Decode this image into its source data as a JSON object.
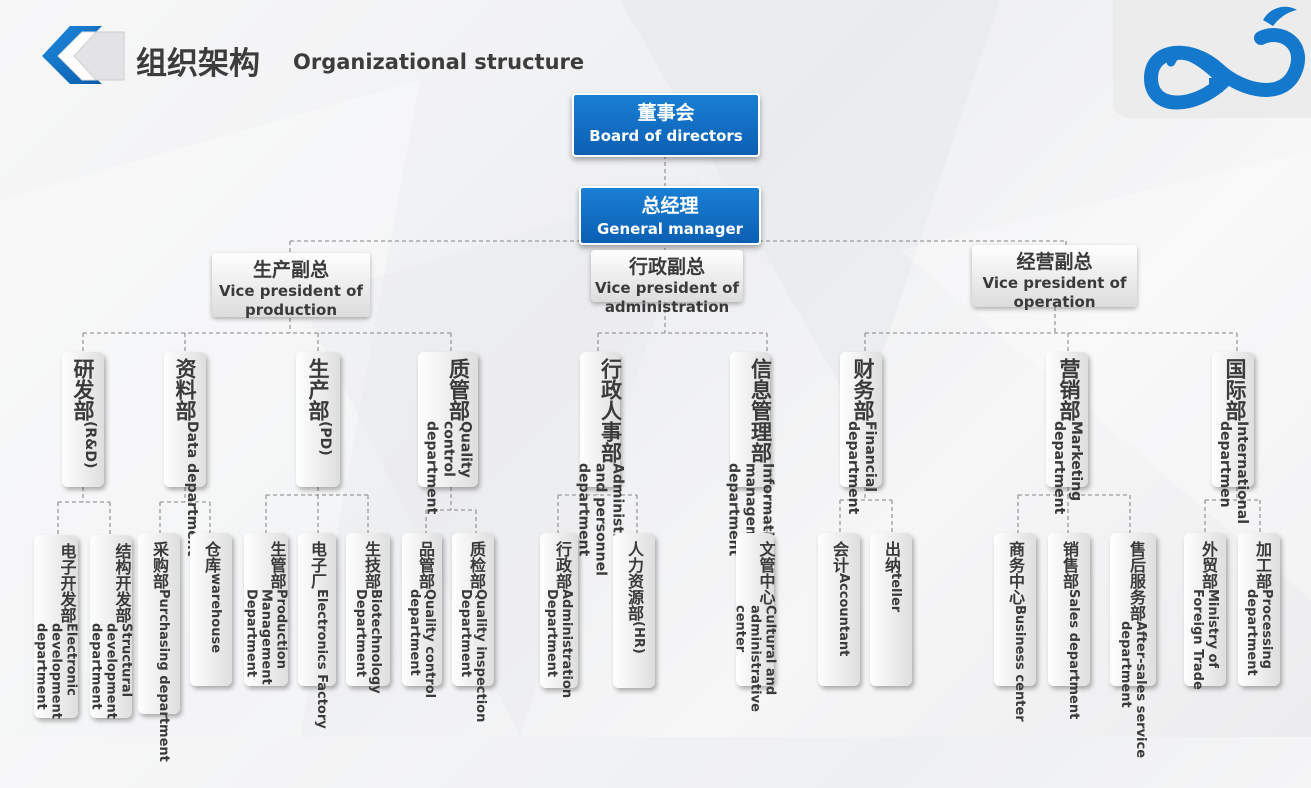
{
  "header": {
    "title_zh": "组织架构",
    "title_en": "Organizational structure"
  },
  "colors": {
    "accent_blue": "#0b66c3",
    "box_gray": "#dedede",
    "line_gray": "#9a9a9a"
  },
  "top": {
    "board": {
      "zh": "董事会",
      "en": "Board of directors"
    },
    "gm": {
      "zh": "总经理",
      "en": "General manager"
    }
  },
  "vps": [
    {
      "zh": "生产副总",
      "en": "Vice president of production"
    },
    {
      "zh": "行政副总",
      "en": "Vice president of administration"
    },
    {
      "zh": "经营副总",
      "en": "Vice president of operation"
    }
  ],
  "departments": [
    {
      "zh": "研发部",
      "en": "(R&D)"
    },
    {
      "zh": "资料部",
      "en": "Data department"
    },
    {
      "zh": "生产部",
      "en": "(PD)"
    },
    {
      "zh": "质管部",
      "en": "Quality control department"
    },
    {
      "zh": "行政人事部",
      "en": "Administration and personnel department"
    },
    {
      "zh": "信息管理部",
      "en": "Information management department"
    },
    {
      "zh": "财务部",
      "en": "Financial department"
    },
    {
      "zh": "营销部",
      "en": "Marketing department"
    },
    {
      "zh": "国际部",
      "en": "International departmen"
    }
  ],
  "units": [
    {
      "zh": "电子开发部",
      "en": "Electronic development department"
    },
    {
      "zh": "结构开发部",
      "en": "Structural development department"
    },
    {
      "zh": "采购部",
      "en": "Purchasing department"
    },
    {
      "zh": "仓库",
      "en": "warehouse"
    },
    {
      "zh": "生管部",
      "en": "Production Management Department"
    },
    {
      "zh": "电子厂",
      "en": "Electronics Factory"
    },
    {
      "zh": "生技部",
      "en": "Biotechnology Department"
    },
    {
      "zh": "品管部",
      "en": "Quality control department"
    },
    {
      "zh": "质检部",
      "en": "Quality inspection Department"
    },
    {
      "zh": "行政部",
      "en": "Administration Department"
    },
    {
      "zh": "人力资源部",
      "en": "(HR)"
    },
    {
      "zh": "文管中心",
      "en": "Cultural and administrative center"
    },
    {
      "zh": "会计",
      "en": "Accountant"
    },
    {
      "zh": "出纳",
      "en": "teller"
    },
    {
      "zh": "商务中心",
      "en": "Business center"
    },
    {
      "zh": "销售部",
      "en": "Sales department"
    },
    {
      "zh": "售后服务部",
      "en": "After-sales service department"
    },
    {
      "zh": "外贸部",
      "en": "Ministry of Foreign Trade"
    },
    {
      "zh": "加工部",
      "en": "Processing department"
    }
  ]
}
